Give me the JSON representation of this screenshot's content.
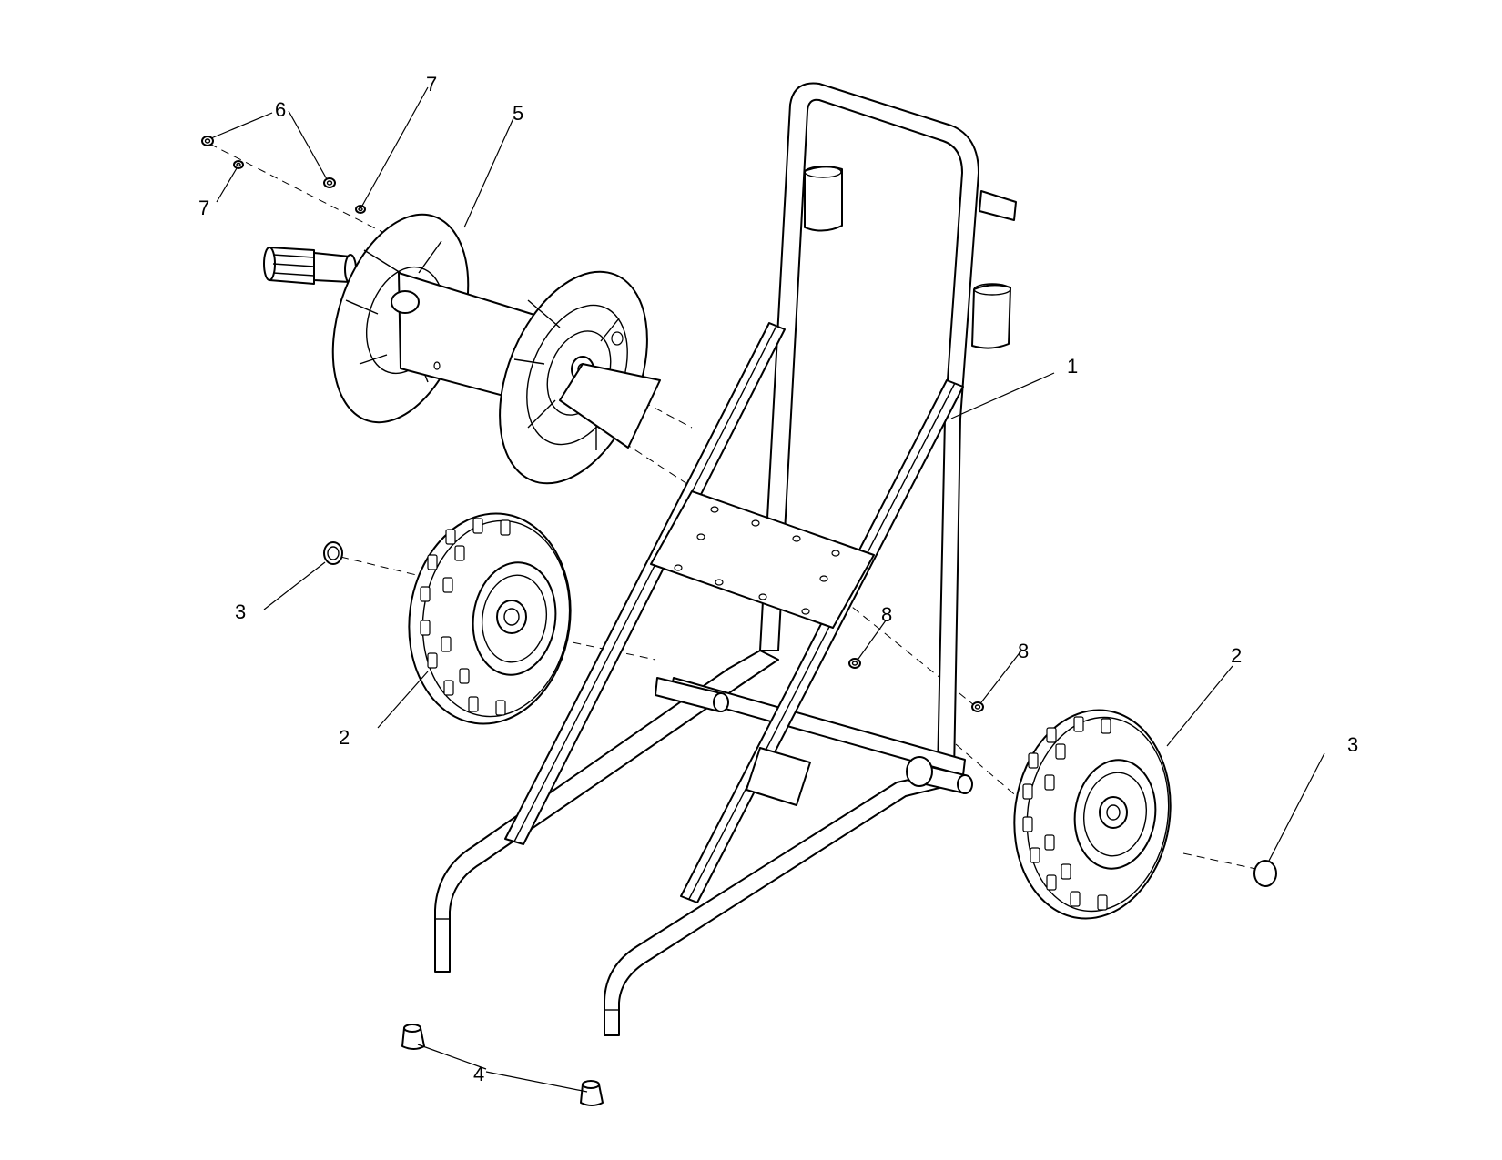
{
  "diagram": {
    "callouts": {
      "frame": "1",
      "wheel_left": "2",
      "wheel_right": "2",
      "retainer_left": "3",
      "cap_right": "3",
      "foot_caps": "4",
      "hose_reel": "5",
      "nut_top_left": "6",
      "washer_left": "7",
      "washer_top": "7",
      "nut_center": "8",
      "nut_right": "8"
    }
  }
}
